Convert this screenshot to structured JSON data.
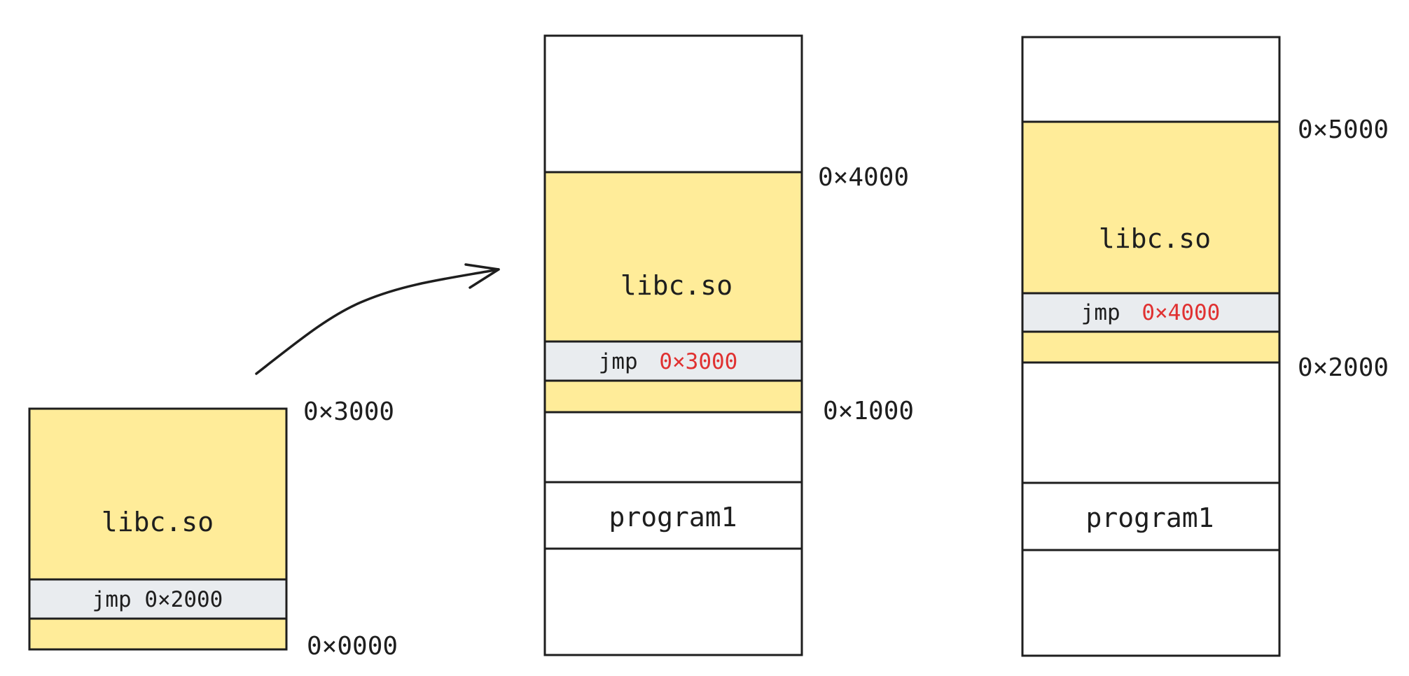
{
  "colors": {
    "library_fill": "#ffec99",
    "jump_fill": "#e9ecef",
    "outline": "#1e1e1e",
    "relocated_address": "#e03131"
  },
  "original": {
    "library_label": "libc.so",
    "jump_instruction": "jmp",
    "jump_target": "0×2000",
    "address_top": "0×3000",
    "address_bottom": "0×0000"
  },
  "process_a": {
    "library_label": "libc.so",
    "jump_instruction": "jmp",
    "jump_target": "0×3000",
    "address_top": "0×4000",
    "address_bottom": "0×1000",
    "program_label": "program1"
  },
  "process_b": {
    "library_label": "libc.so",
    "jump_instruction": "jmp",
    "jump_target": "0×4000",
    "address_top": "0×5000",
    "address_bottom": "0×2000",
    "program_label": "program1"
  }
}
